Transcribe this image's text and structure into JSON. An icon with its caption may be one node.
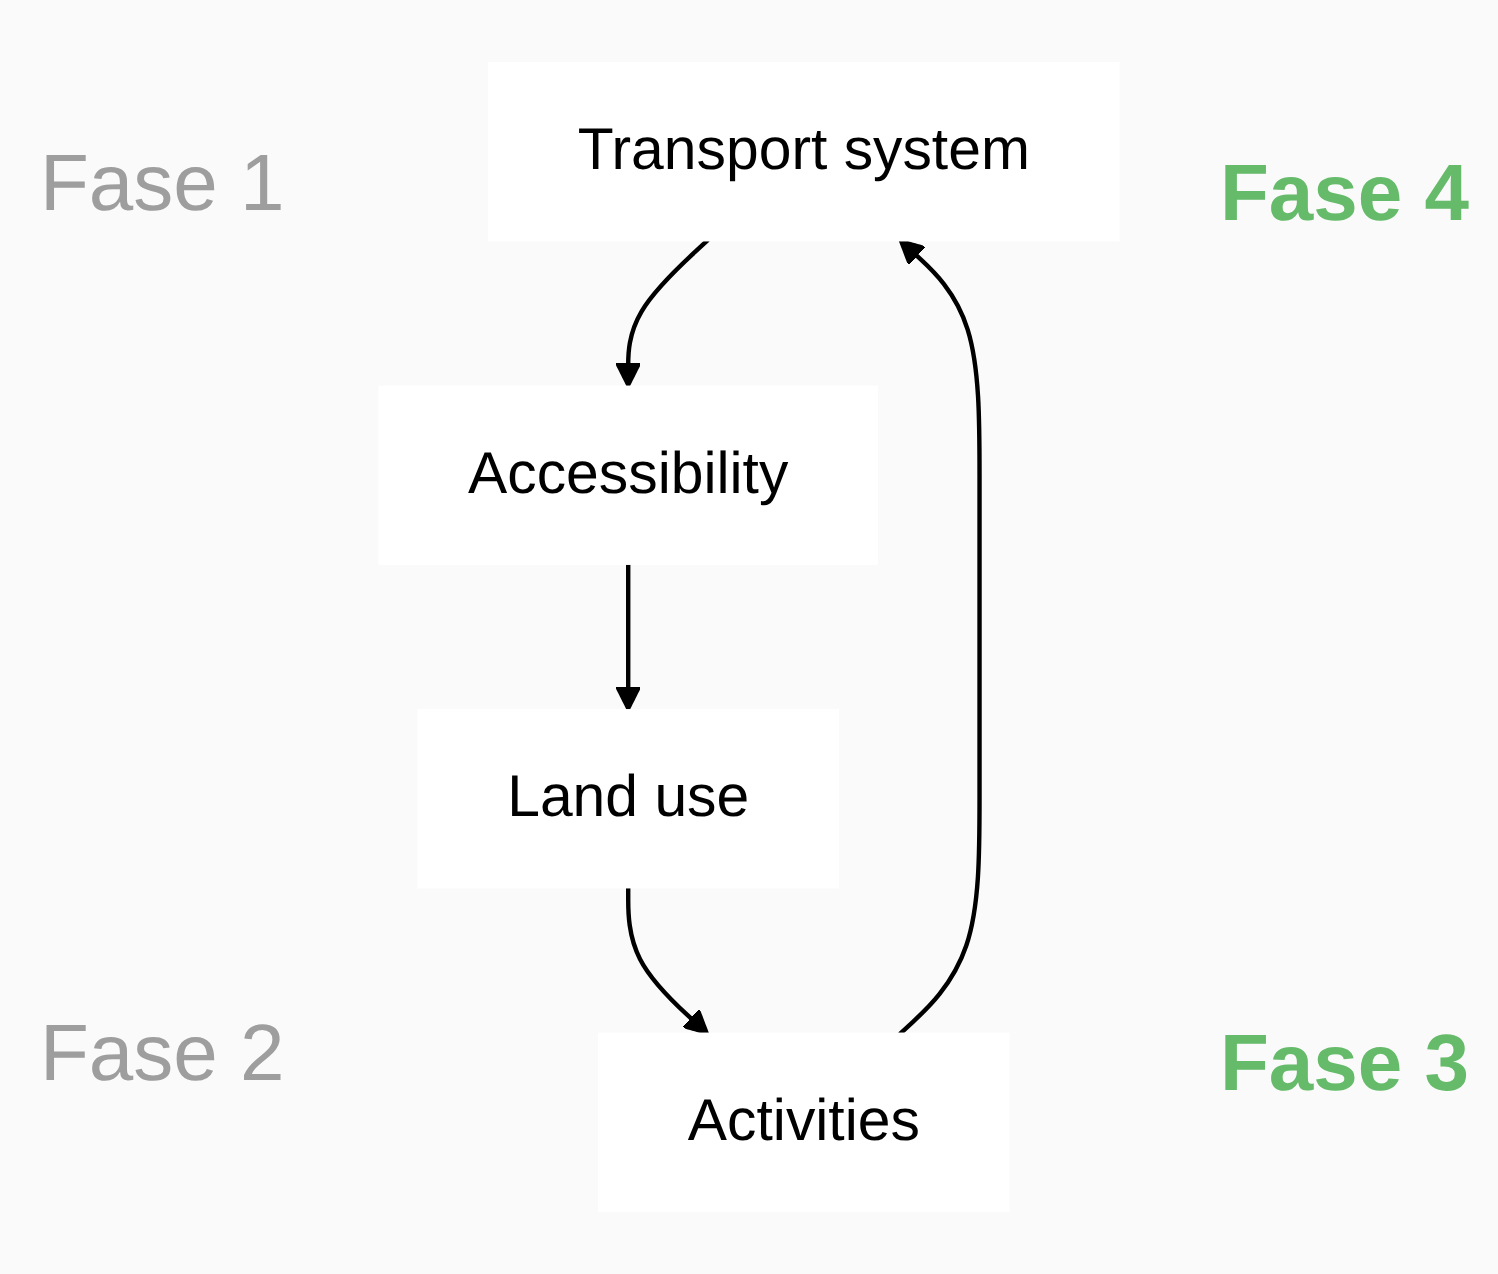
{
  "diagram": {
    "nodes": [
      {
        "text": [
          "Transport system"
        ]
      },
      {
        "text": [
          "Accessibility"
        ]
      },
      {
        "text": [
          "Land use"
        ]
      },
      {
        "text": [
          "Activities"
        ]
      }
    ],
    "edges": [
      {
        "from": 0,
        "to": 1,
        "arrow": "to"
      },
      {
        "from": 1,
        "to": 2,
        "arrow": "to"
      },
      {
        "from": 2,
        "to": 3,
        "arrow": "to"
      },
      {
        "from": 3,
        "to": 0,
        "arrow": "to"
      }
    ],
    "labels": [
      "Fase 1",
      "Fase 4",
      "Fase 2",
      "Fase 3"
    ]
  }
}
